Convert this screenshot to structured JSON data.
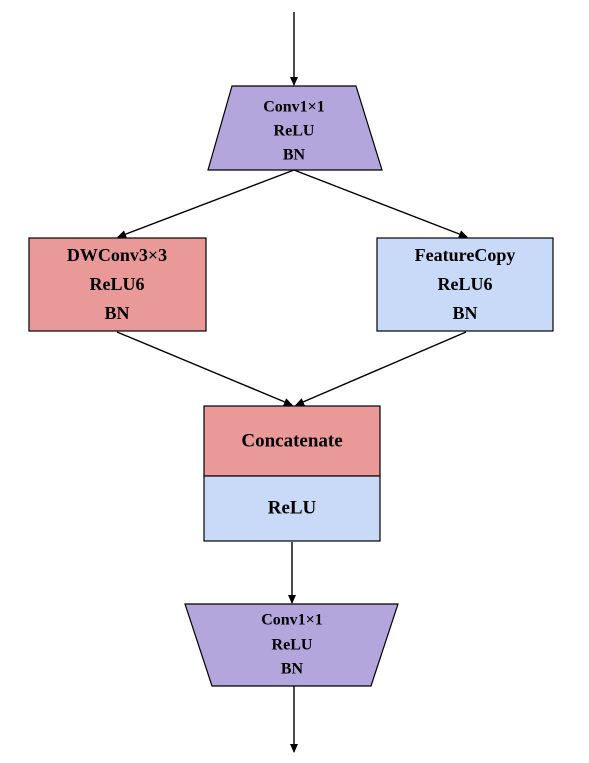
{
  "colors": {
    "purple": "#b2a6dc",
    "red": "#e99a98",
    "blue": "#c9daf8",
    "stroke": "#000000"
  },
  "nodes": {
    "top_conv": {
      "lines": [
        "Conv1×1",
        "ReLU",
        "BN"
      ]
    },
    "dwconv": {
      "lines": [
        "DWConv3×3",
        "ReLU6",
        "BN"
      ]
    },
    "featurecopy": {
      "lines": [
        "FeatureCopy",
        "ReLU6",
        "BN"
      ]
    },
    "concat": {
      "label": "Concatenate"
    },
    "relu": {
      "label": "ReLU"
    },
    "bottom_conv": {
      "lines": [
        "Conv1×1",
        "ReLU",
        "BN"
      ]
    }
  }
}
